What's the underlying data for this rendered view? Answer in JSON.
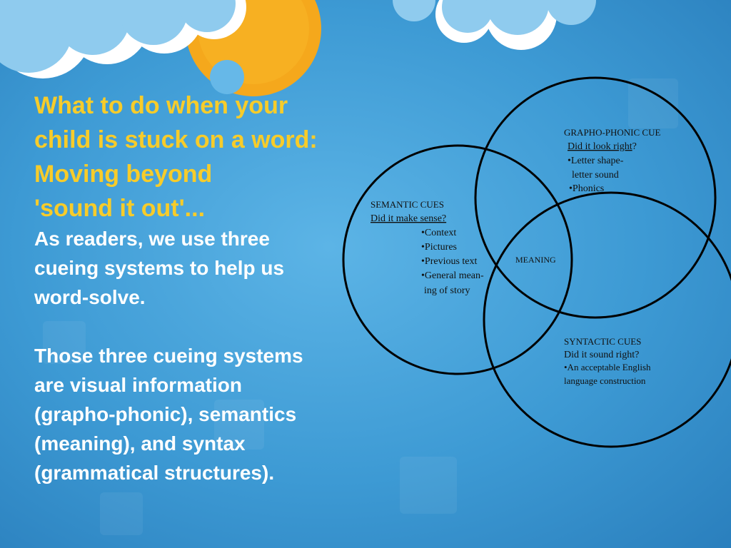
{
  "title_lines": [
    "What to do when your",
    "child is stuck on a word:",
    "Moving beyond",
    "'sound it out'..."
  ],
  "body_paragraph1": [
    "As readers, we use  three",
    "cueing systems to help us",
    "word-solve."
  ],
  "body_paragraph2": [
    "Those three cueing systems",
    "are visual information",
    "(grapho-phonic), semantics",
    "(meaning), and syntax",
    "(grammatical structures)."
  ],
  "venn": {
    "grapho": {
      "heading": "GRAPHO-PHONIC CUE",
      "question": "Did it look right",
      "question_mark": "?",
      "items": [
        "•Letter shape-",
        "letter sound",
        "•Phonics"
      ]
    },
    "semantic": {
      "heading": "SEMANTIC CUES",
      "question": "Did it make sense?",
      "items": [
        "•Context",
        "•Pictures",
        "•Previous text",
        "•General mean-",
        "ing of story"
      ]
    },
    "center": "MEANING",
    "syntactic": {
      "heading": "SYNTACTIC CUES",
      "question": "Did it sound right?",
      "items": [
        "•An acceptable English",
        "language construction"
      ]
    }
  },
  "colors": {
    "title": "#f7cc2a",
    "body_text": "#ffffff",
    "background": "#3d9ad4",
    "sun": "#f5a81c",
    "cloud": "#ffffff"
  }
}
